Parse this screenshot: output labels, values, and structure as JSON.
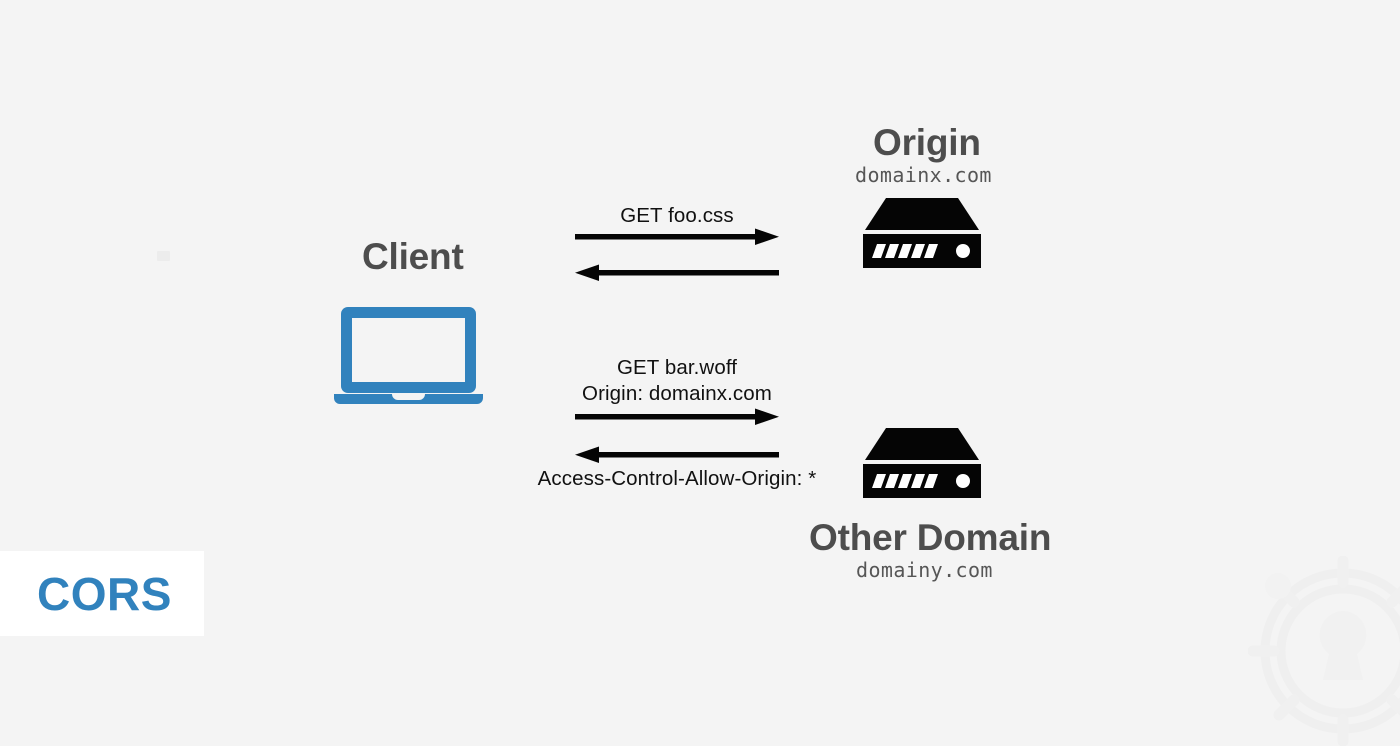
{
  "page": {
    "background_color": "#f4f4f4",
    "accent_color": "#3182bd",
    "text_color": "#4d4d4d",
    "ink_color": "#111111"
  },
  "client": {
    "title": "Client",
    "icon": "laptop-icon"
  },
  "origin_server": {
    "title": "Origin",
    "domain": "domainx.com",
    "icon": "server-icon"
  },
  "other_server": {
    "title": "Other Domain",
    "domain": "domainy.com",
    "icon": "server-icon"
  },
  "exchanges": [
    {
      "id": "same-origin",
      "request_label": "GET foo.css",
      "request_direction": "right",
      "response_label": "",
      "response_direction": "left"
    },
    {
      "id": "cross-origin",
      "request_label_line1": "GET bar.woff",
      "request_label_line2": "Origin: domainx.com",
      "request_direction": "right",
      "response_label": "Access-Control-Allow-Origin: *",
      "response_direction": "left"
    }
  ],
  "badge": {
    "text": "CORS",
    "background": "#ffffff",
    "color": "#3182bd"
  },
  "watermark": {
    "name": "lock-keyhole-watermark"
  }
}
